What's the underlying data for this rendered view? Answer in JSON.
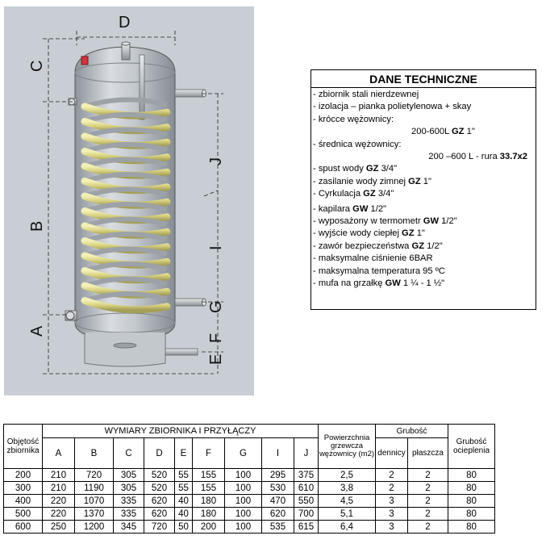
{
  "drawing": {
    "dimension_letters": [
      "D",
      "C",
      "J",
      "B",
      "I",
      "G",
      "A",
      "F",
      "E"
    ]
  },
  "tech": {
    "title": "DANE TECHNICZNE",
    "lines": [
      {
        "pre": "- zbiornik  stali nierdzewnej",
        "bold": "",
        "post": ""
      },
      {
        "pre": "- izolacja – pianka polietylenowa + skay",
        "bold": "",
        "post": ""
      },
      {
        "pre": "- krócce wężownicy:",
        "bold": "",
        "post": ""
      },
      {
        "pre": "200-600L   ",
        "bold": "GZ",
        "post": " 1\""
      },
      {
        "pre": "- średnica wężownicy:",
        "bold": "",
        "post": ""
      },
      {
        "pre": "200 –600 L - rura ",
        "bold": "33.7x2",
        "post": ""
      },
      {
        "pre": "- spust wody ",
        "bold": "GZ",
        "post": " 3/4\""
      },
      {
        "pre": "- zasilanie wody zimnej ",
        "bold": "GZ",
        "post": " 1\""
      },
      {
        "pre": "- Cyrkulacja ",
        "bold": "GZ",
        "post": " 3/4\""
      },
      {
        "pre": "- kapilara ",
        "bold": "GW",
        "post": " 1/2\""
      },
      {
        "pre": "- wyposażony w termometr ",
        "bold": "GW",
        "post": " 1/2\""
      },
      {
        "pre": "- wyjście wody ciepłej ",
        "bold": "GZ",
        "post": " 1\""
      },
      {
        "pre": "- zawór bezpieczeństwa ",
        "bold": "GZ",
        "post": " 1/2\""
      },
      {
        "pre": "- maksymalne ciśnienie   6BAR",
        "bold": "",
        "post": ""
      },
      {
        "pre": "- maksymalna temperatura 95 ºC",
        "bold": "",
        "post": ""
      },
      {
        "pre": "- mufa na grzałkę ",
        "bold": "GW",
        "post": " 1 ¼ - 1 ½\""
      }
    ]
  },
  "table": {
    "title": "WYMIARY ZBIORNIKA I PRZYŁĄCZY",
    "volume_header": "Objętość zbiornika",
    "letters": [
      "A",
      "B",
      "C",
      "D",
      "E",
      "F",
      "G",
      "I",
      "J"
    ],
    "area_header": "Powierzchnia grzewcza wężownicy (m2)",
    "thickness_header": "Grubość",
    "thickness_sub": [
      "dennicy",
      "płaszcza"
    ],
    "insulation_header": "Grubość ocieplenia",
    "rows": [
      [
        "200",
        "210",
        "720",
        "305",
        "520",
        "55",
        "155",
        "100",
        "295",
        "375",
        "2,5",
        "2",
        "2",
        "80"
      ],
      [
        "300",
        "210",
        "1190",
        "305",
        "520",
        "55",
        "155",
        "100",
        "530",
        "610",
        "3,8",
        "2",
        "2",
        "80"
      ],
      [
        "400",
        "220",
        "1070",
        "335",
        "620",
        "40",
        "180",
        "100",
        "470",
        "550",
        "4,5",
        "3",
        "2",
        "80"
      ],
      [
        "500",
        "220",
        "1370",
        "335",
        "620",
        "40",
        "180",
        "100",
        "620",
        "700",
        "5,1",
        "3",
        "2",
        "80"
      ],
      [
        "600",
        "250",
        "1200",
        "345",
        "720",
        "50",
        "200",
        "100",
        "535",
        "615",
        "6,4",
        "3",
        "2",
        "80"
      ]
    ]
  }
}
